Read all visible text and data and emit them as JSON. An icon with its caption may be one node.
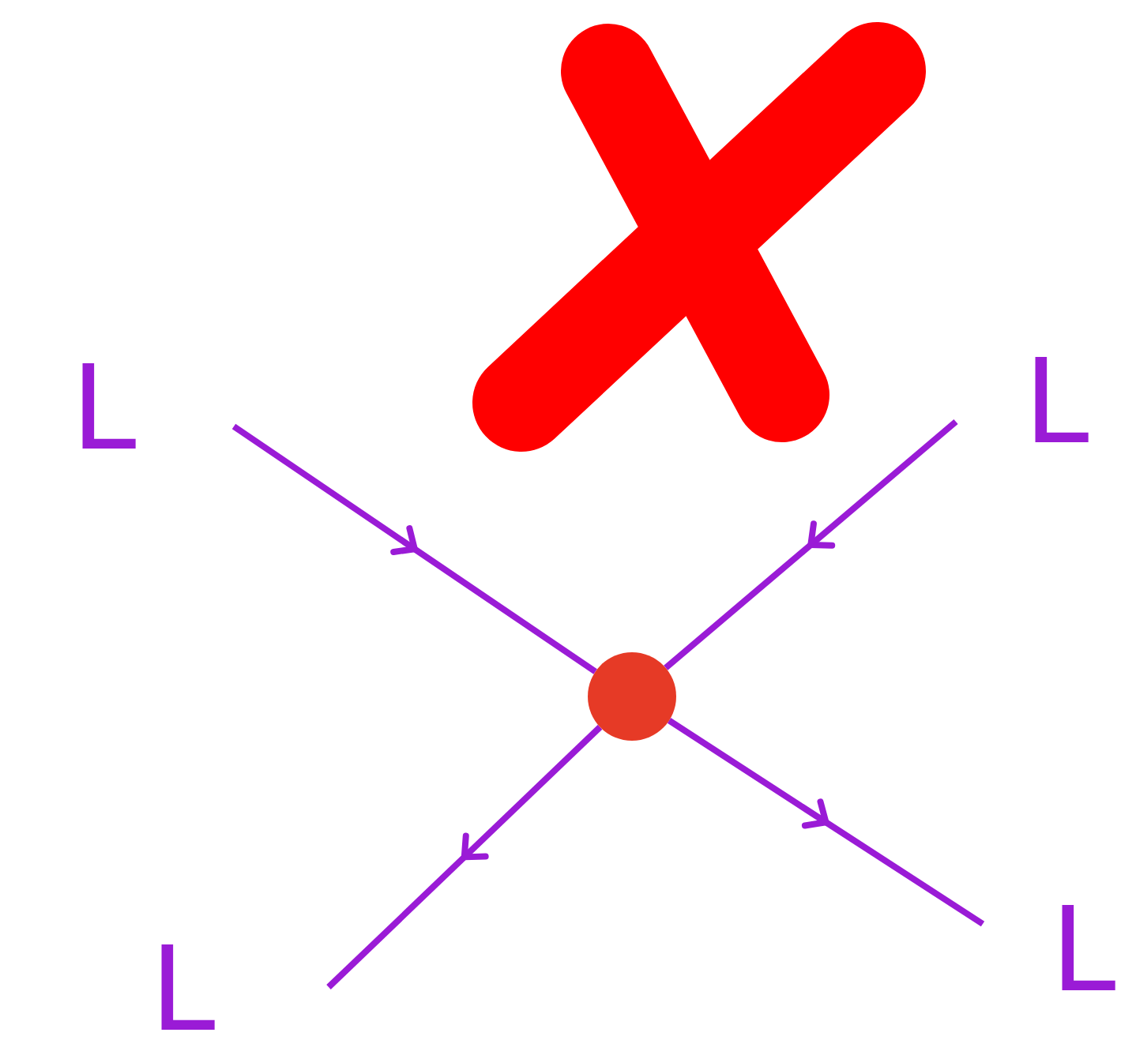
{
  "diagram": {
    "nodes": [
      {
        "text": [
          "L"
        ]
      },
      {
        "text": [
          "L"
        ]
      },
      {
        "text": [],
        "shape": "circle"
      },
      {
        "text": [
          "L"
        ]
      },
      {
        "text": [
          "L"
        ]
      }
    ],
    "edges": [
      {
        "from": 0,
        "to": 2,
        "arrow": "to"
      },
      {
        "from": 1,
        "to": 2,
        "arrow": "to"
      },
      {
        "from": 2,
        "to": 3,
        "arrow": "to"
      },
      {
        "from": 2,
        "to": 4,
        "arrow": "to"
      }
    ]
  }
}
